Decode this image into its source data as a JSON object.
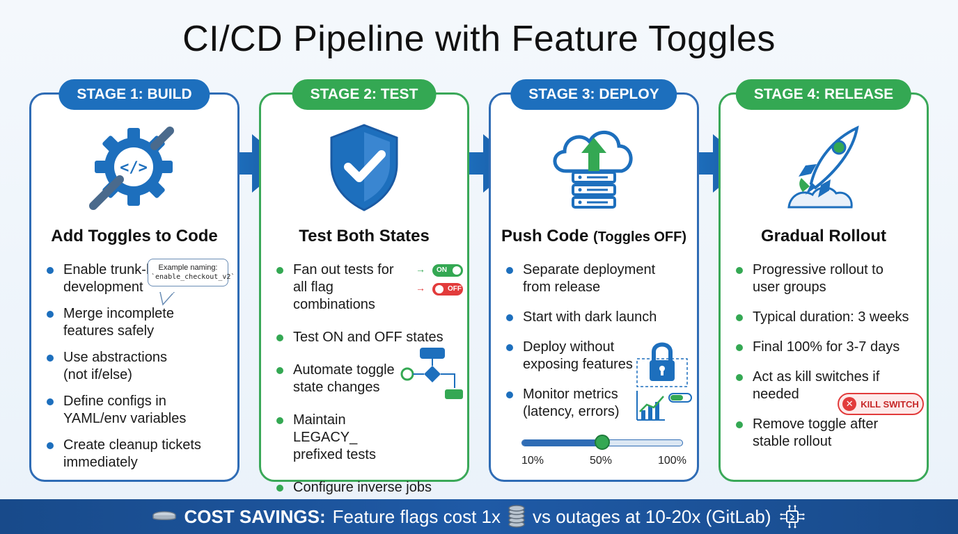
{
  "title": "CI/CD Pipeline with Feature Toggles",
  "stages": [
    {
      "badge": "STAGE 1: BUILD",
      "heading": "Add Toggles to Code",
      "icon": "gear-wrench-code-icon",
      "bullets": [
        "Enable trunk-based development",
        "Merge incomplete features safely",
        "Use abstractions (not if/else)",
        "Define configs in YAML/env variables",
        "Create cleanup tickets immediately"
      ],
      "callout": {
        "label": "Example naming:",
        "code": "`enable_checkout_v2`"
      }
    },
    {
      "badge": "STAGE 2: TEST",
      "heading": "Test Both States",
      "icon": "shield-check-icon",
      "bullets": [
        "Fan out tests for all flag combinations",
        "Test ON and OFF states",
        "Automate toggle state changes",
        "Maintain LEGACY_ prefixed tests",
        "Configure inverse jobs"
      ],
      "toggle_on": "ON",
      "toggle_off": "OFF"
    },
    {
      "badge": "STAGE 3: DEPLOY",
      "heading": "Push Code",
      "heading_sub": "(Toggles OFF)",
      "icon": "cloud-upload-server-icon",
      "bullets": [
        "Separate deployment from release",
        "Start with dark launch",
        "Deploy without exposing features",
        "Monitor metrics (latency, errors)"
      ],
      "slider": {
        "labels": [
          "10%",
          "50%",
          "100%"
        ],
        "value_percent": 50
      }
    },
    {
      "badge": "STAGE 4: RELEASE",
      "heading": "Gradual Rollout",
      "icon": "rocket-icon",
      "bullets": [
        "Progressive rollout to user groups",
        "Typical duration: 3 weeks",
        "Final 100% for 3-7 days",
        "Act as kill switches if needed",
        "Remove toggle after stable rollout"
      ],
      "kill_switch": "KILL SWITCH"
    }
  ],
  "banner": {
    "label": "COST SAVINGS:",
    "text_1": "Feature flags cost 1x",
    "text_2": "vs outages at 10-20x (GitLab)"
  },
  "colors": {
    "blue": "#1d6fbd",
    "green": "#34a853",
    "red": "#e23b3b",
    "banner": "#1f5aa6"
  }
}
